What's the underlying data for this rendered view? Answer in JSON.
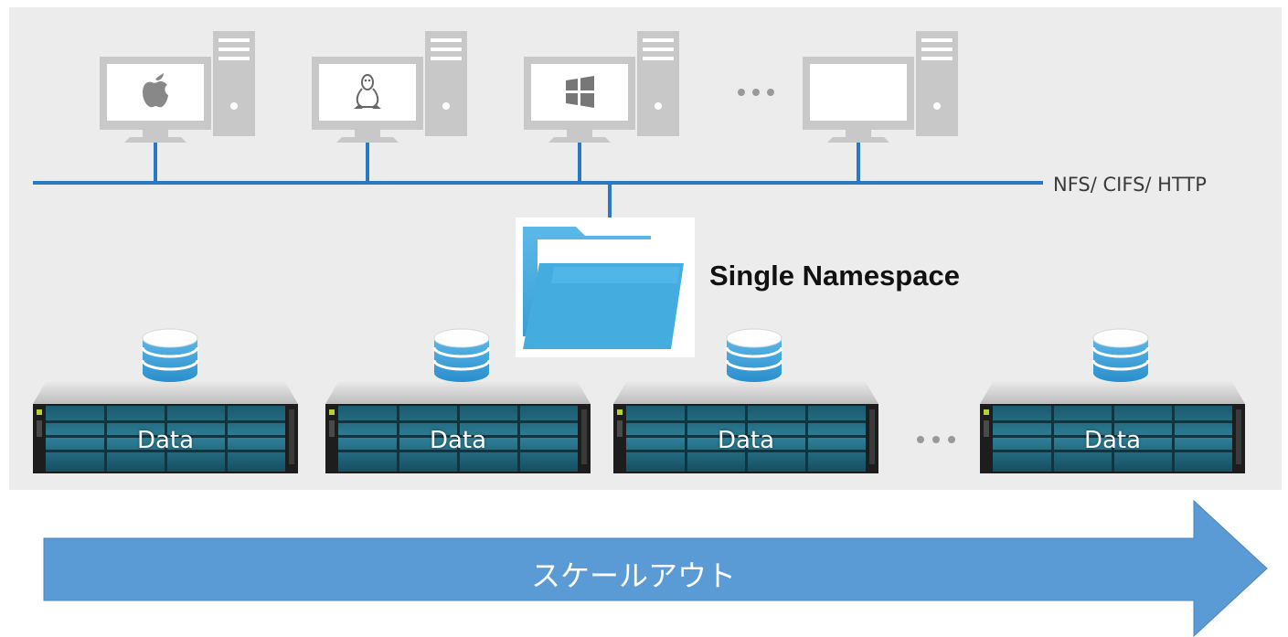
{
  "network": {
    "protocol_label": "NFS/ CIFS/ HTTP"
  },
  "namespace": {
    "label": "Single Namespace"
  },
  "clients": [
    {
      "os_icon": "apple-icon"
    },
    {
      "os_icon": "linux-icon"
    },
    {
      "os_icon": "windows-icon"
    },
    {
      "os_icon": "none"
    }
  ],
  "storage": {
    "nodes": [
      {
        "label": "Data"
      },
      {
        "label": "Data"
      },
      {
        "label": "Data"
      },
      {
        "label": "Data"
      }
    ]
  },
  "ellipsis": "•••",
  "arrow": {
    "label": "スケールアウト"
  },
  "colors": {
    "background_panel": "#ececec",
    "network_line": "#2a78c4",
    "folder": "#4aaee0",
    "database": "#3a9fd6",
    "arrow": "#5b9bd5",
    "computer_gray": "#c8c8c8"
  }
}
